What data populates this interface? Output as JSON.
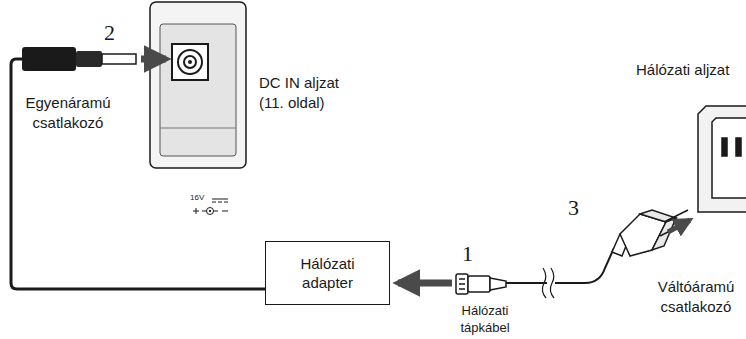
{
  "diagram": {
    "nodes": [
      {
        "text": [
          "Hálózati adapter"
        ]
      }
    ],
    "labels": [
      "2",
      "DC IN aljzat (11. oldal)",
      "Egyenáramú csatlakozó",
      "16V",
      "Hálózati aljzat",
      "1",
      "3",
      "Hálózati tápkábel",
      "Váltóáramú csatlakozó"
    ]
  }
}
